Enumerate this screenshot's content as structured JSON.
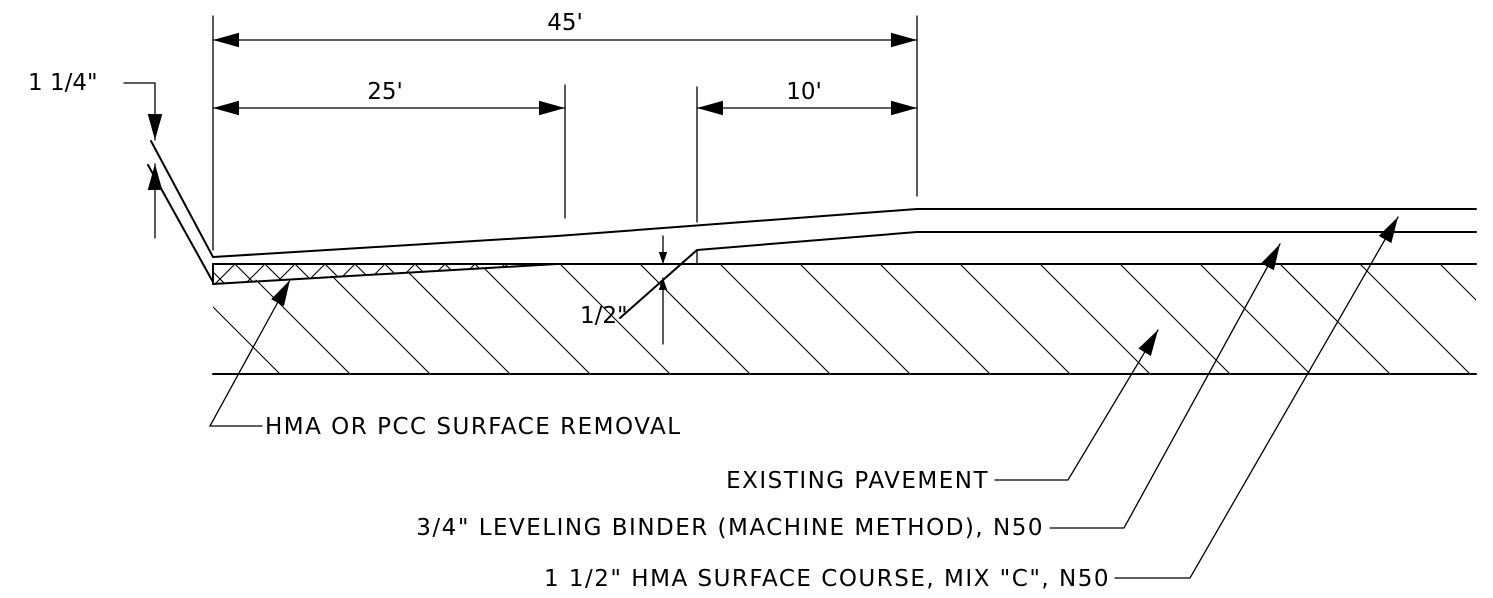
{
  "dimensions": {
    "overall": "45'",
    "taper_length": "25'",
    "transition_length": "10'",
    "end_drop": "1 1/4\"",
    "butt_joint_drop": "1/2\""
  },
  "labels": {
    "surface_removal": "HMA OR PCC SURFACE REMOVAL",
    "existing_pavement": "EXISTING PAVEMENT",
    "leveling_binder": "3/4\" LEVELING BINDER (MACHINE METHOD), N50",
    "surface_course": "1 1/2\" HMA SURFACE COURSE, MIX \"C\", N50"
  },
  "colors": {
    "line": "#000000",
    "background": "#ffffff"
  }
}
